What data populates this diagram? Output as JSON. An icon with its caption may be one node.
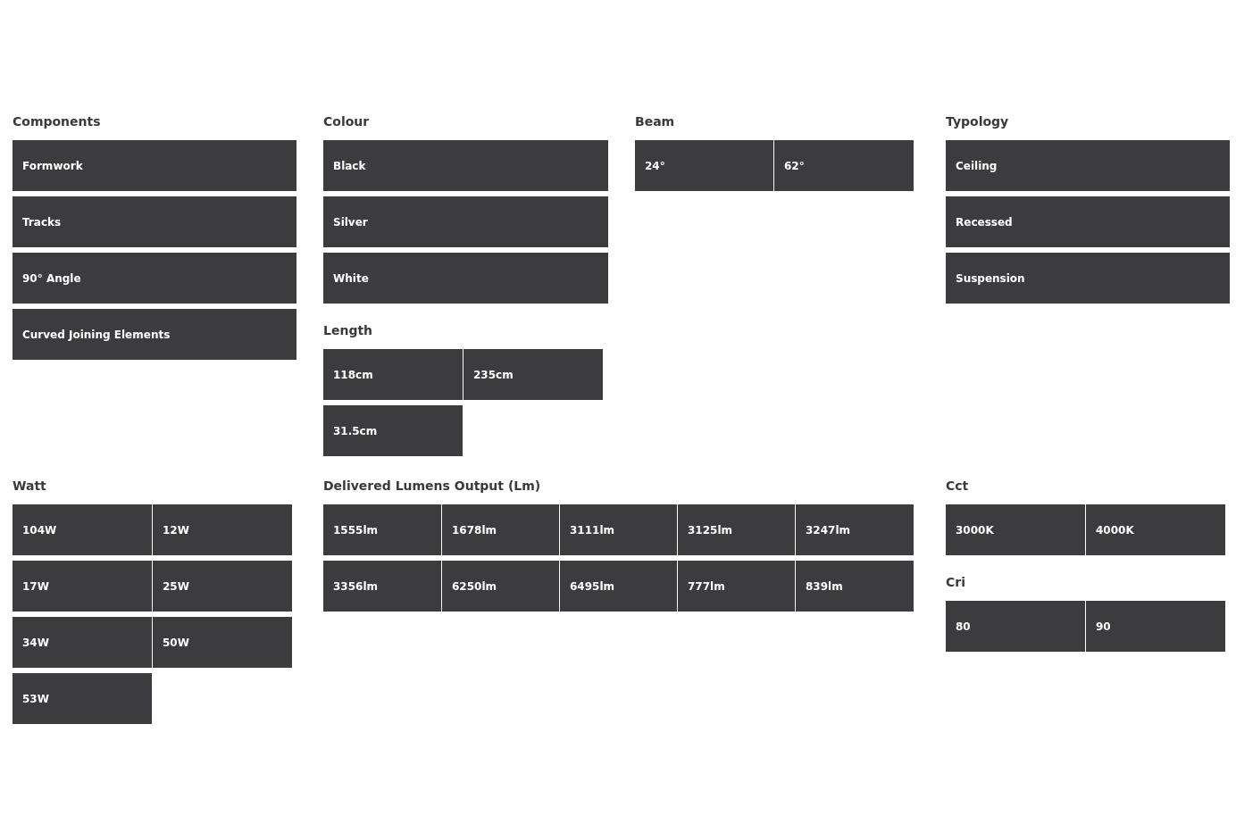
{
  "diagram": {
    "nodes": [
      {
        "text": [
          "Formwork"
        ]
      },
      {
        "text": [
          "Tracks"
        ]
      },
      {
        "text": [
          "90° Angle"
        ]
      },
      {
        "text": [
          "Curved Joining Elements"
        ]
      },
      {
        "text": [
          "Black"
        ]
      },
      {
        "text": [
          "Silver"
        ]
      },
      {
        "text": [
          "White"
        ]
      },
      {
        "text": [
          "24°"
        ]
      },
      {
        "text": [
          "62°"
        ]
      },
      {
        "text": [
          "Ceiling"
        ]
      },
      {
        "text": [
          "Recessed"
        ]
      },
      {
        "text": [
          "Suspension"
        ]
      },
      {
        "text": [
          "118cm"
        ]
      },
      {
        "text": [
          "235cm"
        ]
      },
      {
        "text": [
          "31.5cm"
        ]
      },
      {
        "text": [
          "104W"
        ]
      },
      {
        "text": [
          "12W"
        ]
      },
      {
        "text": [
          "17W"
        ]
      },
      {
        "text": [
          "25W"
        ]
      },
      {
        "text": [
          "34W"
        ]
      },
      {
        "text": [
          "50W"
        ]
      },
      {
        "text": [
          "53W"
        ]
      },
      {
        "text": [
          "1555lm"
        ]
      },
      {
        "text": [
          "1678lm"
        ]
      },
      {
        "text": [
          "3111lm"
        ]
      },
      {
        "text": [
          "3125lm"
        ]
      },
      {
        "text": [
          "3247lm"
        ]
      },
      {
        "text": [
          "3356lm"
        ]
      },
      {
        "text": [
          "6250lm"
        ]
      },
      {
        "text": [
          "6495lm"
        ]
      },
      {
        "text": [
          "777lm"
        ]
      },
      {
        "text": [
          "839lm"
        ]
      },
      {
        "text": [
          "3000K"
        ]
      },
      {
        "text": [
          "4000K"
        ]
      },
      {
        "text": [
          "80"
        ]
      },
      {
        "text": [
          "90"
        ]
      }
    ],
    "labels": [
      "Components",
      "Colour",
      "Beam",
      "Typology",
      "Length",
      "Watt",
      "Delivered Lumens Output (Lm)",
      "Cct",
      "Cri"
    ]
  }
}
